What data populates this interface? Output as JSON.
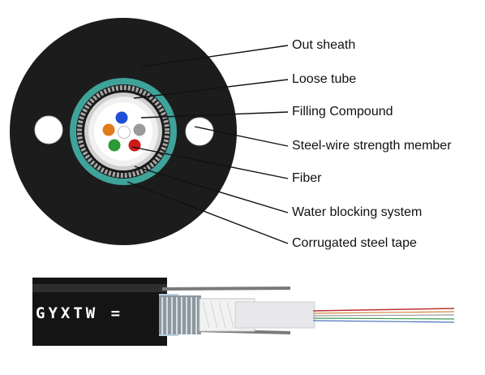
{
  "diagram": {
    "callouts": [
      {
        "id": "out-sheath",
        "label": "Out sheath"
      },
      {
        "id": "loose-tube",
        "label": "Loose tube"
      },
      {
        "id": "filling-compound",
        "label": "Filling Compound"
      },
      {
        "id": "steel-wire",
        "label": "Steel-wire strength member"
      },
      {
        "id": "fiber",
        "label": "Fiber"
      },
      {
        "id": "water-blocking",
        "label": "Water blocking system"
      },
      {
        "id": "steel-tape",
        "label": "Corrugated steel tape"
      }
    ],
    "cable_marking": "GYXTW  =",
    "colors": {
      "sheath": "#1c1c1c",
      "water_blocking": "#3fa39a",
      "steel_tape": "#9a9a9a",
      "loose_tube": "#e9e9e9",
      "fiber_colors": [
        "#1f4fd6",
        "#e07a1a",
        "#ffffff",
        "#9a9a9a",
        "#2a9a36",
        "#d01818"
      ]
    }
  }
}
